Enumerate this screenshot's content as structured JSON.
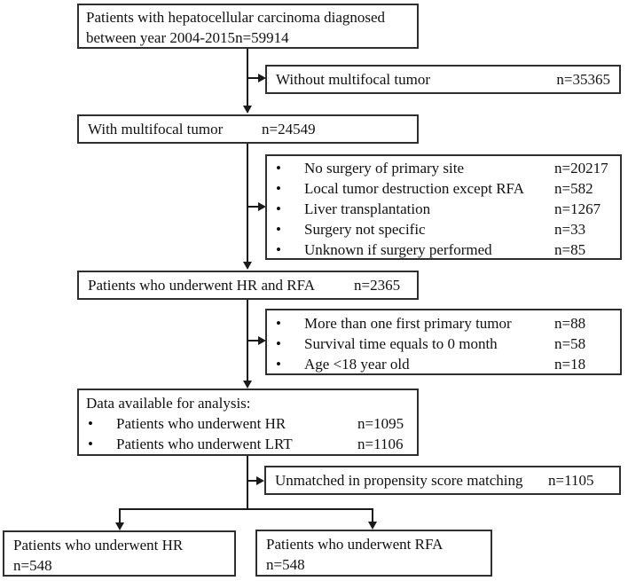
{
  "colors": {
    "border": "#2f2f2f",
    "line": "#1a1a1a",
    "text": "#111111",
    "background": "#ffffff"
  },
  "glyphs": {
    "bullet": "•"
  },
  "flow": {
    "top": {
      "line1": "Patients with hepatocellular carcinoma diagnosed",
      "line2_label": "between year 2004-2015",
      "n": "n=59914"
    },
    "without_multifocal": {
      "label": "Without multifocal tumor",
      "n": "n=35365"
    },
    "with_multifocal": {
      "label": "With multifocal tumor",
      "n": "n=24549"
    },
    "exclusion1": {
      "items": [
        {
          "label": "No surgery of primary site",
          "n": "n=20217"
        },
        {
          "label": "Local tumor destruction except RFA",
          "n": "n=582"
        },
        {
          "label": "Liver transplantation",
          "n": "n=1267"
        },
        {
          "label": "Surgery not specific",
          "n": "n=33"
        },
        {
          "label": "Unknown if surgery performed",
          "n": "n=85"
        }
      ]
    },
    "hr_rfa": {
      "label": "Patients who underwent HR and RFA",
      "n": "n=2365"
    },
    "exclusion2": {
      "items": [
        {
          "label": "More than one first primary tumor",
          "n": "n=88"
        },
        {
          "label": "Survival time equals to 0 month",
          "n": "n=58"
        },
        {
          "label": "Age <18 year old",
          "n": "n=18"
        }
      ]
    },
    "data_available": {
      "title": "Data available for analysis:",
      "items": [
        {
          "label": "Patients who underwent HR",
          "n": "n=1095"
        },
        {
          "label": "Patients who underwent LRT",
          "n": "n=1106"
        }
      ]
    },
    "unmatched": {
      "label": "Unmatched in propensity score matching",
      "n": "n=1105"
    },
    "final_hr": {
      "label": "Patients who underwent HR",
      "n": "n=548"
    },
    "final_rfa": {
      "label": "Patients who underwent RFA",
      "n": "n=548"
    }
  }
}
